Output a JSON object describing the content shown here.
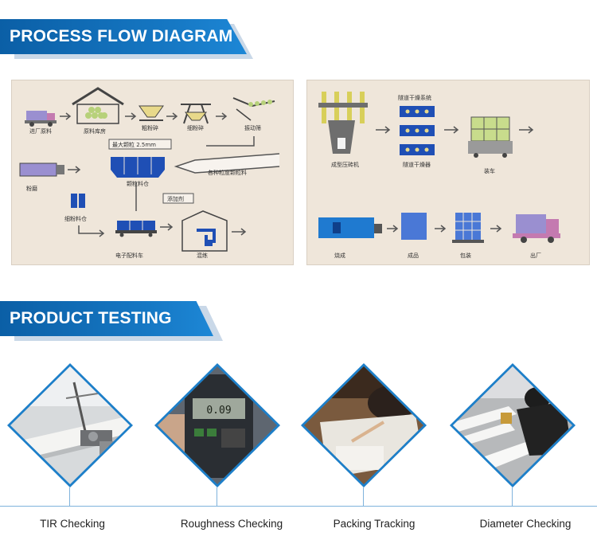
{
  "sections": {
    "process": {
      "title": "PROCESS FLOW DIAGRAM"
    },
    "testing": {
      "title": "PRODUCT TESTING"
    }
  },
  "colors": {
    "banner_blue": "#1678c4",
    "accent_blue": "#1d7fc9",
    "panel_bg": "#efe6da"
  },
  "flow_left": {
    "raw_material_in": "进厂原料",
    "raw_storage": "原料库房",
    "coarse_crush": "粗粉碎",
    "fine_crush": "细粉碎",
    "vibrating_screen": "振动筛",
    "max_particle": "最大颗粒 2.5mm",
    "mixed_granules": "各种粒度颗粒料",
    "grinding": "粉磨",
    "granule_bin": "颗粒料仓",
    "fine_powder_bin": "细粉料仓",
    "additive": "添加剂",
    "batching_car": "电子配料车",
    "mixing": "混练"
  },
  "flow_right": {
    "tunnel_dryer_system": "隧道干燥系统",
    "brick_press": "成型压砖机",
    "tunnel_dryer": "隧道干燥器",
    "loading": "装车",
    "firing": "烧成",
    "finished": "成品",
    "packing": "包装",
    "shipping": "出厂"
  },
  "testing": [
    {
      "caption": "TIR Checking",
      "icon": "tir-photo"
    },
    {
      "caption": "Roughness Checking",
      "icon": "roughness-photo",
      "display_value": "0.09"
    },
    {
      "caption": "Packing Tracking",
      "icon": "packing-photo"
    },
    {
      "caption": "Diameter Checking",
      "icon": "diameter-photo"
    }
  ]
}
